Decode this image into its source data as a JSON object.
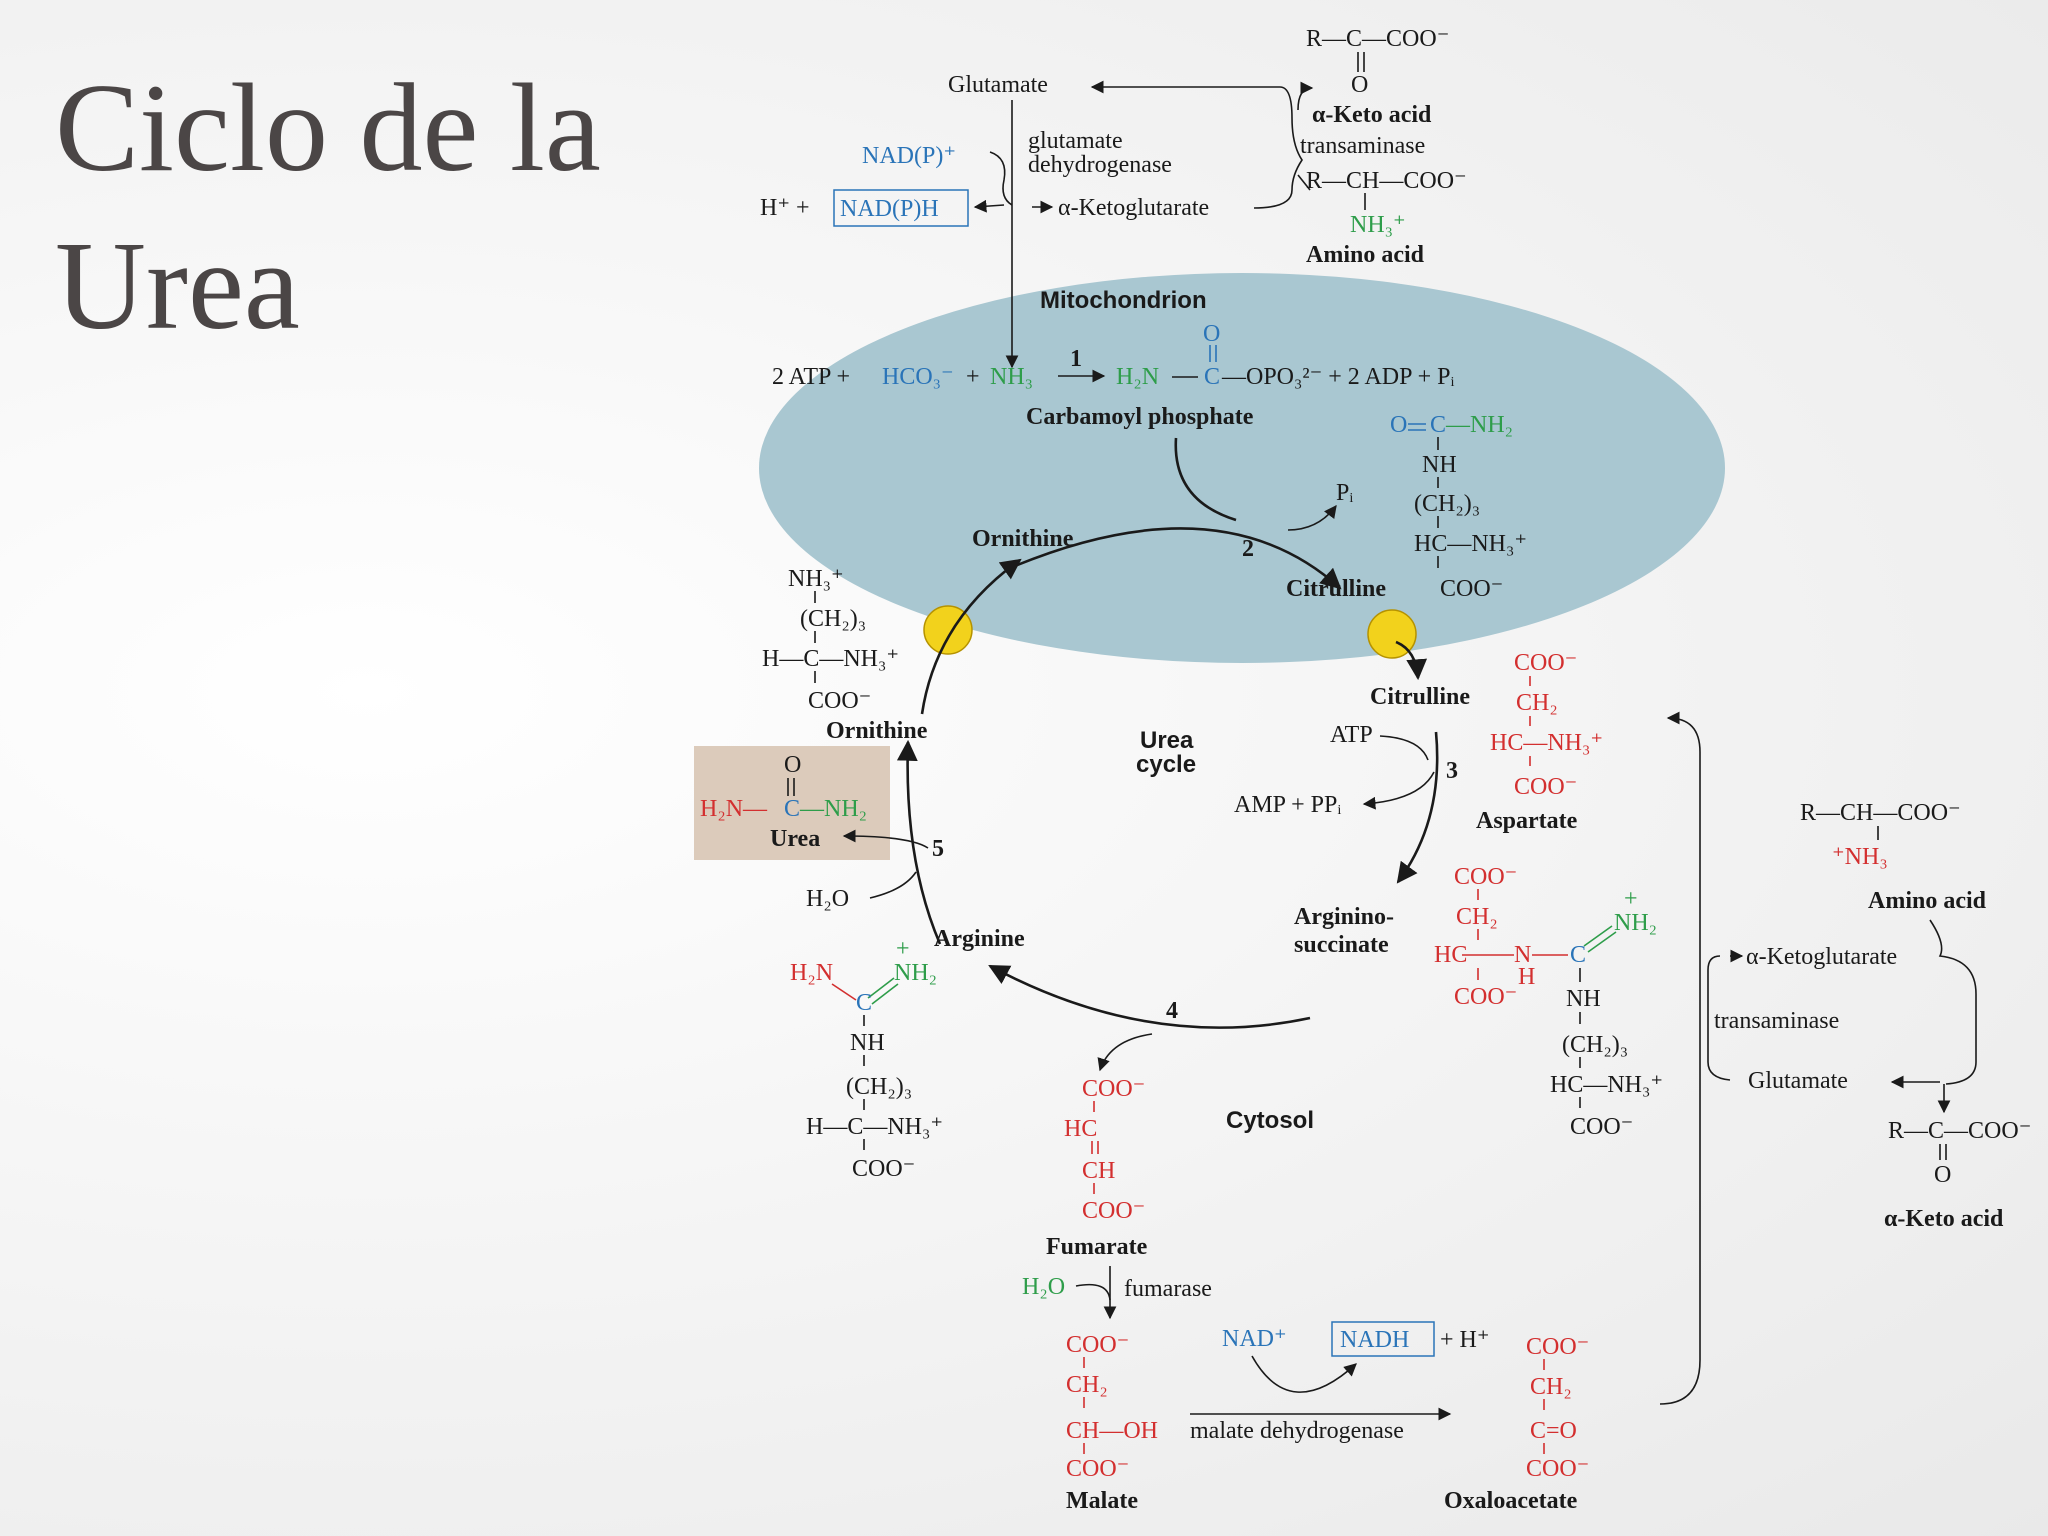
{
  "slide": {
    "title_line1": "Ciclo de la",
    "title_line2": "Urea"
  },
  "top": {
    "glutamate": "Glutamate",
    "nadp_plus": "NAD(P)⁺",
    "h_plus": "H⁺ +",
    "nadph": "NAD(P)H",
    "enzyme_gdh_1": "glutamate",
    "enzyme_gdh_2": "dehydrogenase",
    "akg": "α-Ketoglutarate",
    "keto_formula": "R—C—COO⁻",
    "keto_o": "O",
    "keto_name": "α-Keto acid",
    "transaminase": "transaminase",
    "amino_formula": "R—CH—COO⁻",
    "amino_nh3": "NH₃⁺",
    "amino_name": "Amino acid"
  },
  "mito": {
    "label": "Mitochondrion",
    "eq_atp": "2 ATP +",
    "eq_hco3": "HCO₃⁻",
    "eq_plus1": "+",
    "eq_nh3": "NH₃",
    "step1": "1",
    "cp_h2n": "H₂N",
    "cp_c": "C",
    "cp_o": "O",
    "cp_rest": "—OPO₃²⁻ + 2 ADP + Pᵢ",
    "cp_name": "Carbamoyl phosphate",
    "ornithine": "Ornithine",
    "step2": "2",
    "pi": "Pᵢ",
    "citrulline": "Citrulline",
    "cit_line1_o": "O",
    "cit_line1_c": "C",
    "cit_line1_nh2": "—NH₂",
    "cit_nh": "NH",
    "cit_ch2": "(CH₂)₃",
    "cit_hc": "HC—NH₃⁺",
    "cit_coo": "COO⁻"
  },
  "cycle": {
    "urea_cycle_1": "Urea",
    "urea_cycle_2": "cycle",
    "orn_nh3": "NH₃⁺",
    "orn_ch2": "(CH₂)₃",
    "orn_hc": "H—C—NH₃⁺",
    "orn_coo": "COO⁻",
    "orn_name": "Ornithine",
    "urea_o": "O",
    "urea_h2n": "H₂N—",
    "urea_c": "C",
    "urea_nh2": "—NH₂",
    "urea_name": "Urea",
    "step5": "5",
    "h2o": "H₂O",
    "arginine": "Arginine",
    "arg_h2n": "H₂N",
    "arg_nh2": "NH₂",
    "arg_plus": "+",
    "arg_c": "C",
    "arg_nh": "NH",
    "arg_ch2": "(CH₂)₃",
    "arg_hc": "H—C—NH₃⁺",
    "arg_coo": "COO⁻",
    "citrulline2": "Citrulline",
    "atp": "ATP",
    "step3": "3",
    "amp": "AMP + PPᵢ",
    "asp_coo": "COO⁻",
    "asp_ch2": "CH₂",
    "asp_hc": "HC—NH₃⁺",
    "asp_coo2": "COO⁻",
    "asp_name": "Aspartate",
    "as_name1": "Arginino-",
    "as_name2": "succinate",
    "as_coo": "COO⁻",
    "as_ch2": "CH₂",
    "as_hc": "HC",
    "as_n": "N",
    "as_h": "H",
    "as_c": "C",
    "as_nh2": "NH₂",
    "as_plus": "+",
    "as_coo2": "COO⁻",
    "as_nh": "NH",
    "as_ch2b": "(CH₂)₃",
    "as_hcb": "HC—NH₃⁺",
    "as_coob": "COO⁻",
    "step4": "4",
    "cytosol": "Cytosol"
  },
  "bottom": {
    "fum_coo": "COO⁻",
    "fum_hc": "HC",
    "fum_ch": "CH",
    "fum_coo2": "COO⁻",
    "fum_name": "Fumarate",
    "h2o": "H₂O",
    "fumarase": "fumarase",
    "mal_coo": "COO⁻",
    "mal_ch2": "CH₂",
    "mal_choh": "CH—OH",
    "mal_coo2": "COO⁻",
    "mal_name": "Malate",
    "nad_plus": "NAD⁺",
    "nadh": "NADH",
    "h_plus": "+ H⁺",
    "mdh": "malate dehydrogenase",
    "oaa_coo": "COO⁻",
    "oaa_ch2": "CH₂",
    "oaa_co": "C=O",
    "oaa_coo2": "COO⁻",
    "oaa_name": "Oxaloacetate"
  },
  "right": {
    "amino_formula": "R—CH—COO⁻",
    "amino_nh3": "⁺NH₃",
    "amino_name": "Amino acid",
    "akg": "α-Ketoglutarate",
    "transaminase": "transaminase",
    "glutamate": "Glutamate",
    "keto_formula": "R—C—COO⁻",
    "keto_o": "O",
    "keto_name": "α-Keto acid"
  },
  "colors": {
    "mitochondrion": "#a9c7d1",
    "transporter": "#f2d21c",
    "urea_box": "#dccbbb",
    "red": "#d32f2f",
    "green": "#2e9d4a",
    "blue": "#2a74b8"
  }
}
